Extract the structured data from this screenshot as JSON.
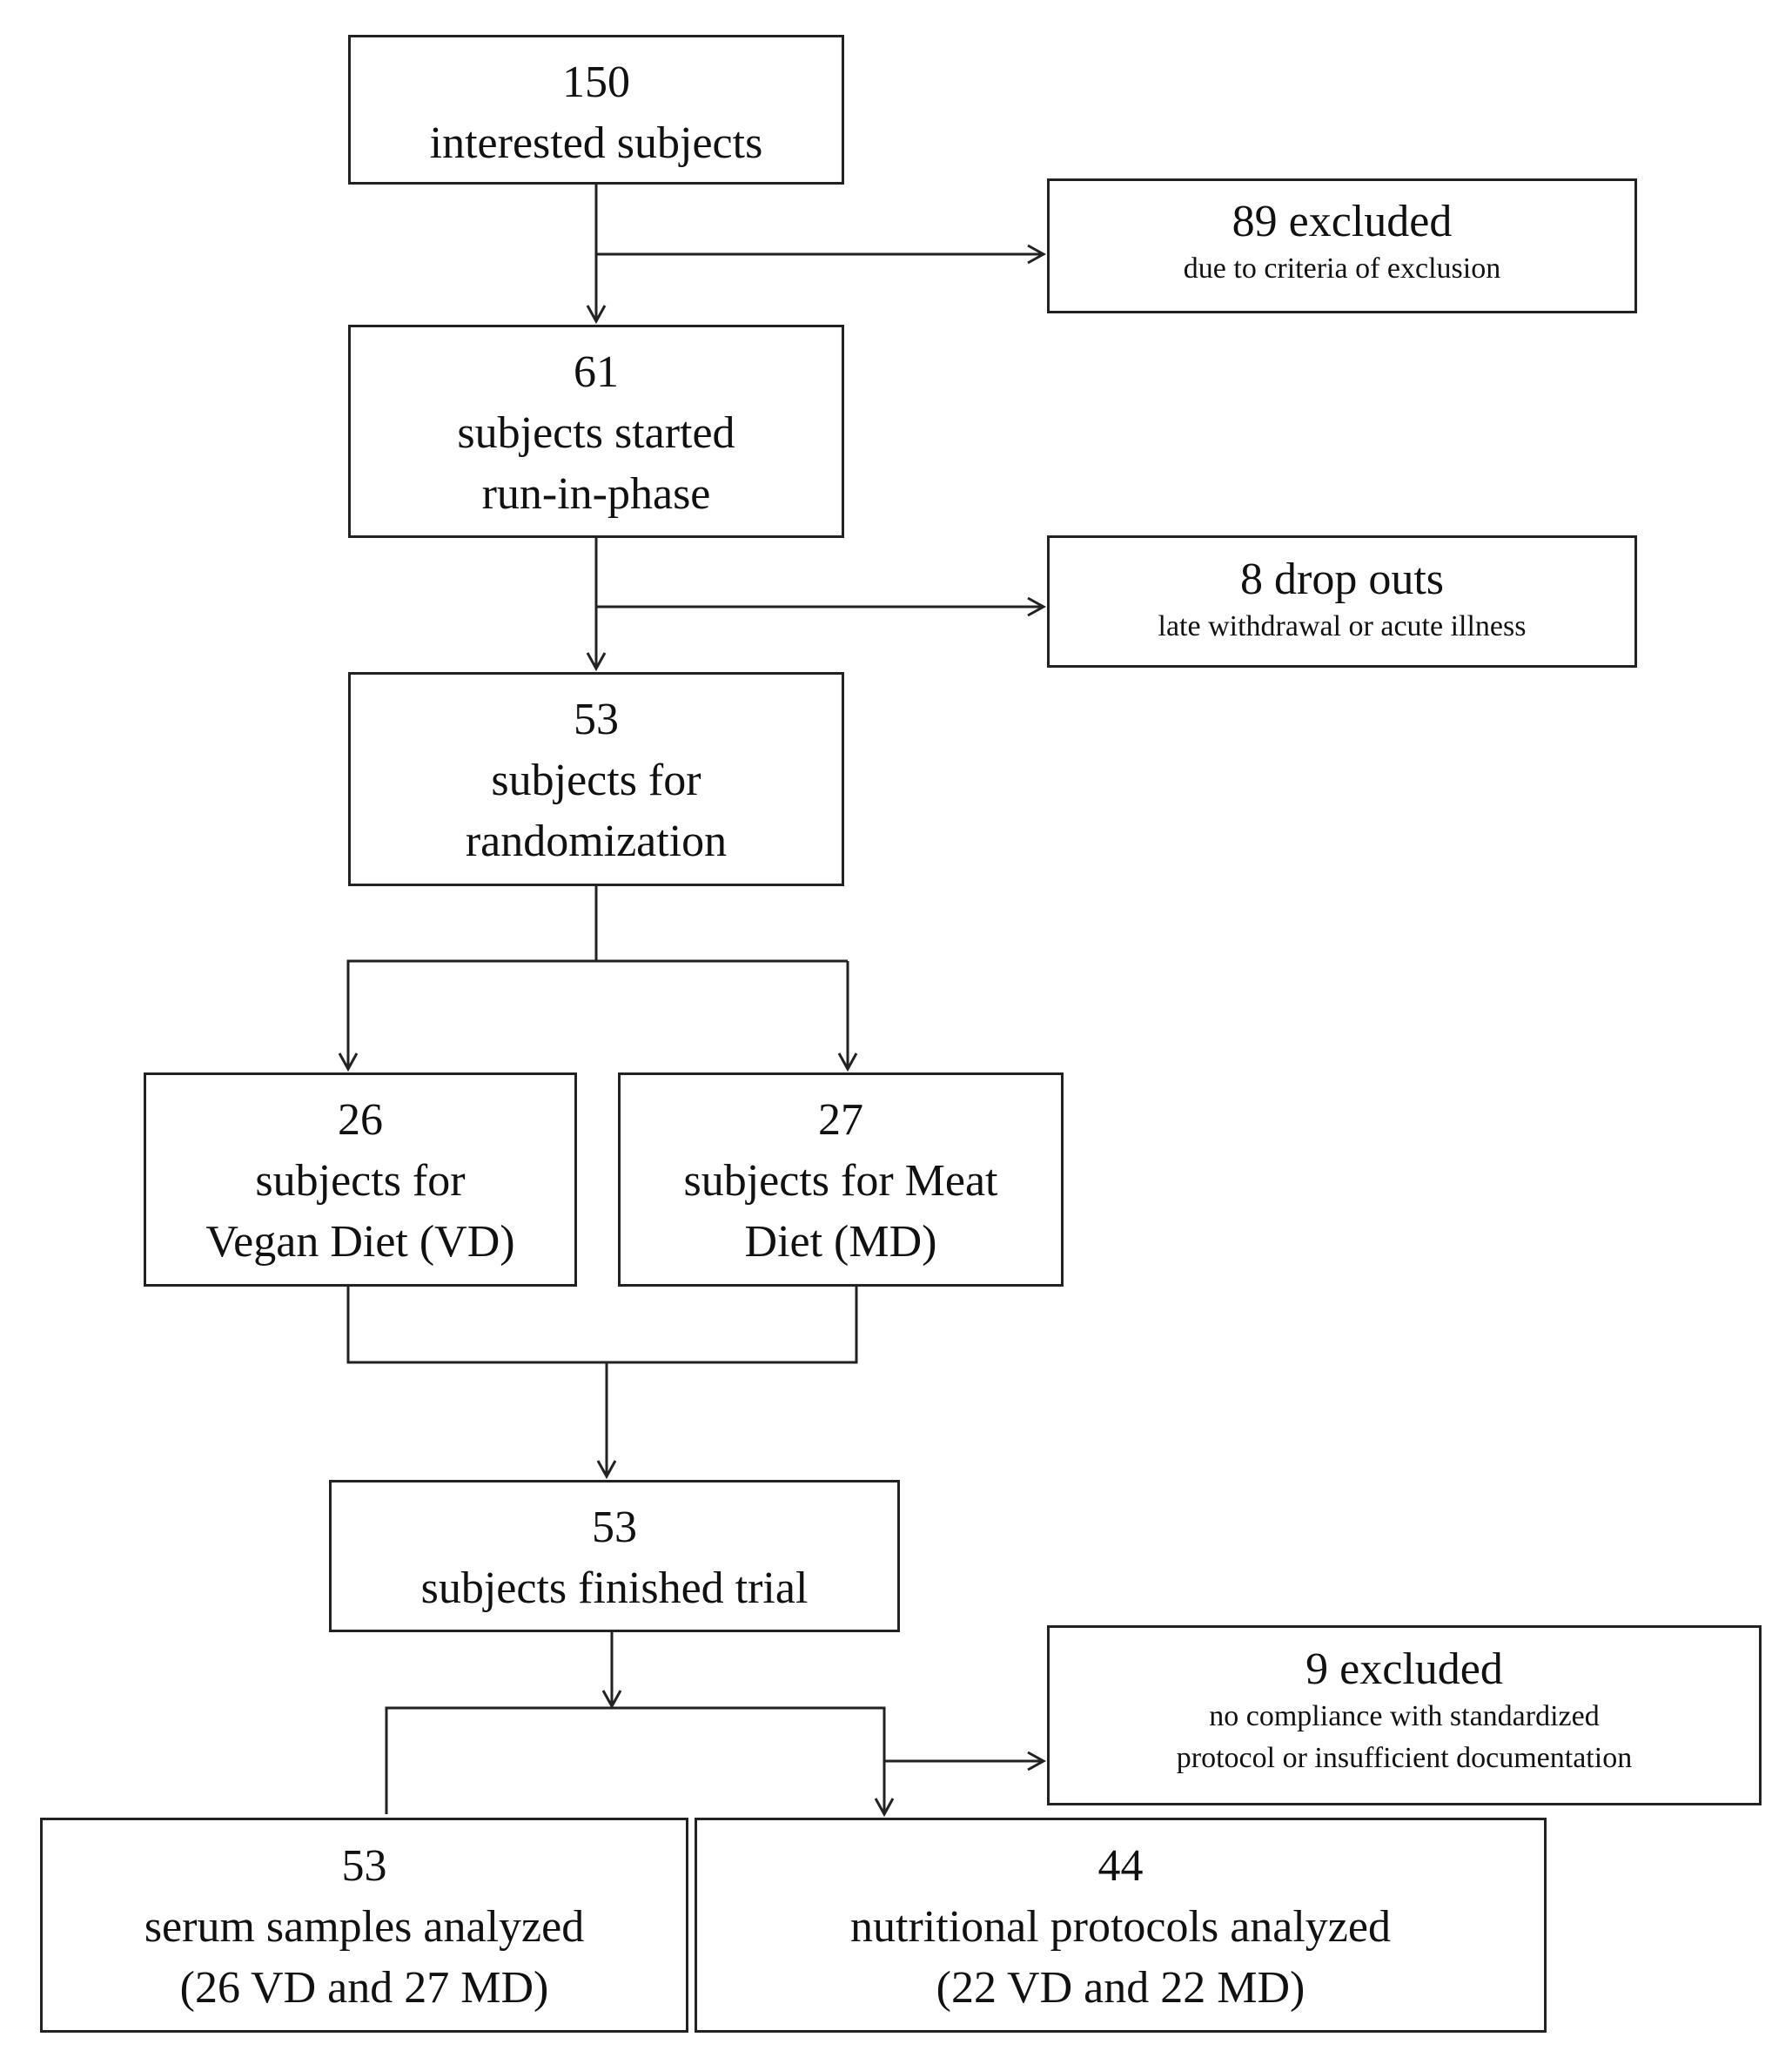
{
  "boxes": {
    "interested": {
      "count": "150",
      "label": "interested  subjects"
    },
    "excluded_1": {
      "title": "89 excluded",
      "reason": "due to criteria of exclusion"
    },
    "runin": {
      "count": "61",
      "line1": "subjects started",
      "line2": "run-in-phase"
    },
    "dropouts": {
      "title": "8 drop outs",
      "reason": "late withdrawal or acute illness"
    },
    "randomization": {
      "count": "53",
      "line1": "subjects for",
      "line2": "randomization"
    },
    "vegan": {
      "count": "26",
      "line1": "subjects  for",
      "line2": "Vegan Diet (VD)"
    },
    "meat": {
      "count": "27",
      "line1": "subjects for Meat",
      "line2": "Diet (MD)"
    },
    "finished": {
      "count": "53",
      "label": "subjects  finished trial"
    },
    "excluded_2": {
      "title": "9 excluded",
      "reason_line1": "no compliance with standardized",
      "reason_line2": "protocol or insufficient documentation"
    },
    "serum": {
      "count": "53",
      "line1": "serum samples analyzed",
      "line2": "(26 VD and 27 MD)"
    },
    "protocols": {
      "count": "44",
      "line1": "nutritional  protocols  analyzed",
      "line2": "(22 VD and 22 MD)"
    }
  },
  "colors": {
    "line": "#222222",
    "text": "#111111",
    "background": "#ffffff"
  }
}
